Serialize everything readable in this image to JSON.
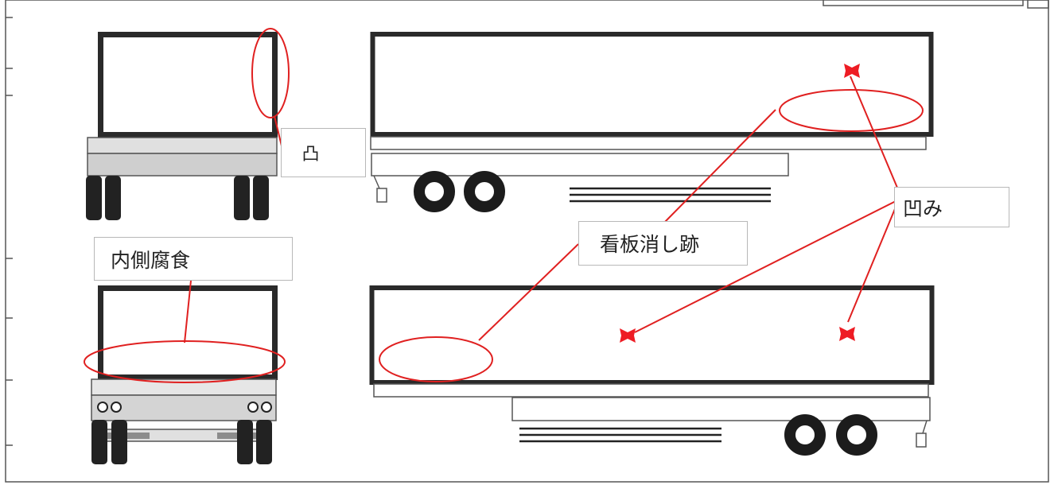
{
  "labels": {
    "totsu": "凸",
    "hekomi": "凹み",
    "kanban": "看板消し跡",
    "naisoku": "内側腐食"
  },
  "colors": {
    "annotation": "#e02020",
    "dent_marker": "#ee1c24",
    "vehicle_outline": "#2a2a2a",
    "bumper_fill": "#d4d4d4"
  }
}
